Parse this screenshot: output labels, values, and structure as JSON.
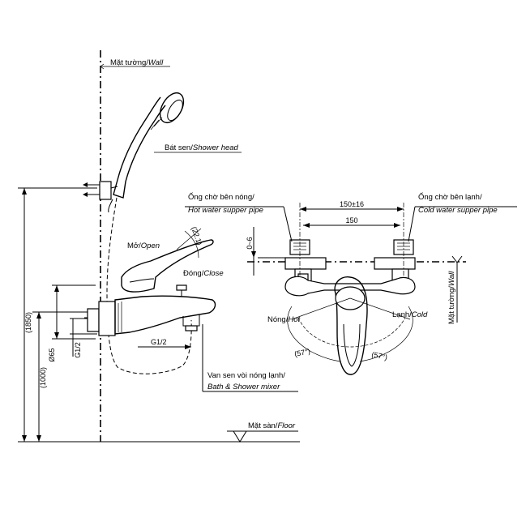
{
  "labels": {
    "wall_vi": "Mặt tường/",
    "wall_en": "Wall",
    "shower_head_vi": "Bát sen/",
    "shower_head_en": "Shower head",
    "open_vi": "Mở/",
    "open_en": "Open",
    "close_vi": "Đóng/",
    "close_en": "Close",
    "mixer_vi": "Van sen vòi nóng lạnh/",
    "mixer_en": "Bath & Shower mixer",
    "floor_vi": "Mặt sàn/",
    "floor_en": "Floor",
    "hot_pipe_vi": "Ống chờ bên nóng/",
    "hot_pipe_en": "Hot water supper pipe",
    "cold_pipe_vi": "Ống chờ bên lạnh/",
    "cold_pipe_en": "Cold water supper pipe",
    "hot_vi": "Nóng/",
    "hot_en": "Hot",
    "cold_vi": "Lạnh/",
    "cold_en": "Cold",
    "wall_right_vi": "Mặt tường/",
    "wall_right_en": "Wall"
  },
  "dimensions": {
    "height_total": "(1850)",
    "height_mixer": "(1000)",
    "diameter": "Ø65",
    "thread_left": "G1/2",
    "thread_bottom": "G1/2",
    "angle_handle": "(22.1)",
    "spacing_tol": "150±16",
    "spacing": "150",
    "offset": "0~6",
    "angle_hot": "(57°)",
    "angle_cold": "(57°)"
  }
}
